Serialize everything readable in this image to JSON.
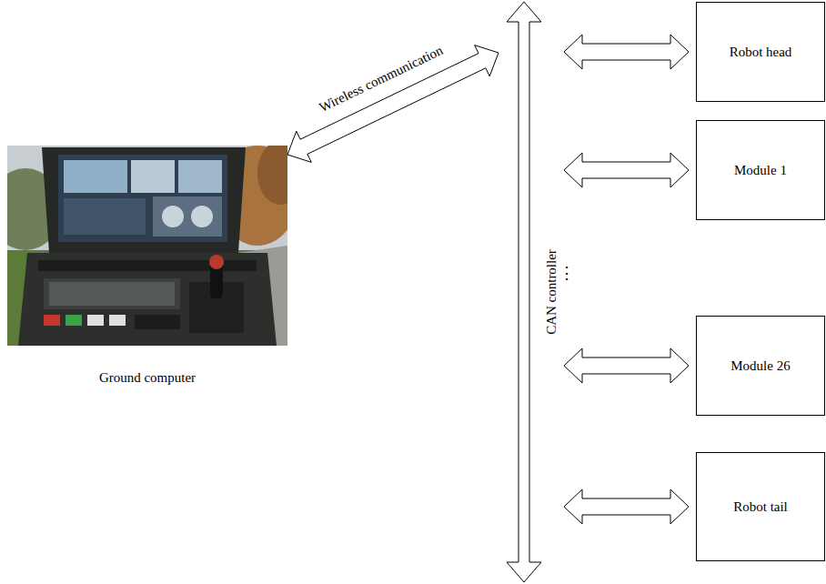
{
  "diagram": {
    "nodes": [
      {
        "text": [
          "Ground computer"
        ]
      },
      {
        "text": [
          "CAN controller"
        ]
      },
      {
        "text": [
          "Robot head"
        ]
      },
      {
        "text": [
          "Module 1"
        ]
      },
      {
        "text": [
          "Module 26"
        ]
      },
      {
        "text": [
          "Robot tail"
        ]
      }
    ],
    "edges": [
      {
        "from": 0,
        "to": 1,
        "arrow": "both",
        "label": "Wireless communication"
      },
      {
        "from": 1,
        "to": 2,
        "arrow": "both"
      },
      {
        "from": 1,
        "to": 3,
        "arrow": "both"
      },
      {
        "from": 1,
        "to": 4,
        "arrow": "both"
      },
      {
        "from": 1,
        "to": 5,
        "arrow": "both"
      }
    ],
    "labels": [
      "⋮"
    ]
  }
}
